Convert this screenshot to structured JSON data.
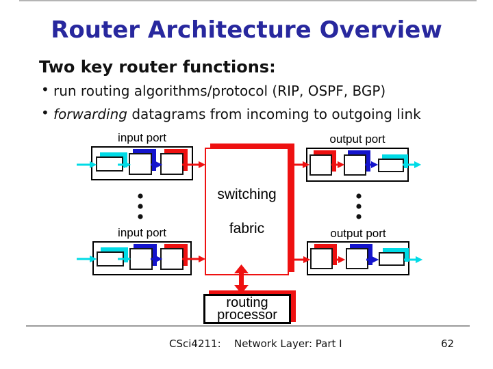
{
  "slide": {
    "title": "Router Architecture Overview",
    "subtitle": "Two key router functions:",
    "bullet_char": "•",
    "bullets": [
      {
        "italic": "",
        "text": "run routing algorithms/protocol (RIP, OSPF, BGP)"
      },
      {
        "italic": "forwarding",
        "text": " datagrams from incoming to outgoing link"
      }
    ]
  },
  "diagram": {
    "input_port_label": "input port",
    "output_port_label": "output port",
    "switching_fabric": {
      "line1": "switching",
      "line2": "fabric"
    },
    "routing_processor": {
      "line1": "routing",
      "line2": "processor"
    }
  },
  "footer": {
    "course": "CSci4211:",
    "section": "Network Layer: Part I",
    "page": "62"
  },
  "colors": {
    "accent-red": "#ee1111",
    "accent-blue": "#1414cc",
    "accent-cyan": "#00dbe6",
    "title-blue": "#28289e",
    "ink": "#111111",
    "line-gray": "#9a9a9a"
  }
}
